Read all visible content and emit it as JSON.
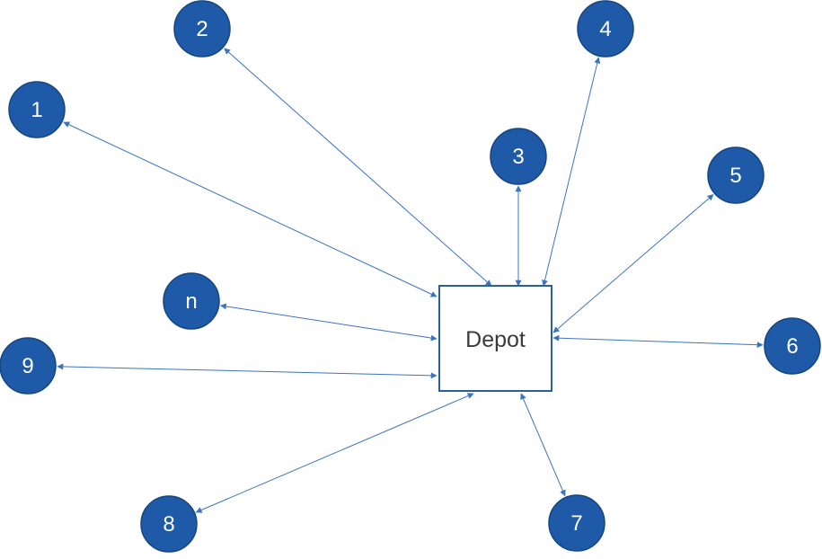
{
  "depot": {
    "label": "Depot"
  },
  "nodes": [
    {
      "id": "1",
      "label": "1"
    },
    {
      "id": "2",
      "label": "2"
    },
    {
      "id": "3",
      "label": "3"
    },
    {
      "id": "4",
      "label": "4"
    },
    {
      "id": "5",
      "label": "5"
    },
    {
      "id": "6",
      "label": "6"
    },
    {
      "id": "7",
      "label": "7"
    },
    {
      "id": "8",
      "label": "8"
    },
    {
      "id": "9",
      "label": "9"
    },
    {
      "id": "n",
      "label": "n"
    }
  ],
  "edges": [
    {
      "from": "depot",
      "to": "1",
      "bidirectional": true
    },
    {
      "from": "depot",
      "to": "2",
      "bidirectional": true
    },
    {
      "from": "depot",
      "to": "3",
      "bidirectional": true
    },
    {
      "from": "depot",
      "to": "4",
      "bidirectional": true
    },
    {
      "from": "depot",
      "to": "5",
      "bidirectional": true
    },
    {
      "from": "depot",
      "to": "6",
      "bidirectional": true
    },
    {
      "from": "depot",
      "to": "7",
      "bidirectional": true
    },
    {
      "from": "depot",
      "to": "8",
      "bidirectional": true
    },
    {
      "from": "depot",
      "to": "9",
      "bidirectional": true
    },
    {
      "from": "depot",
      "to": "n",
      "bidirectional": true
    }
  ],
  "colors": {
    "node_fill": "#1f5aa8",
    "edge": "#3b74bf",
    "depot_border": "#2a5f9e"
  }
}
